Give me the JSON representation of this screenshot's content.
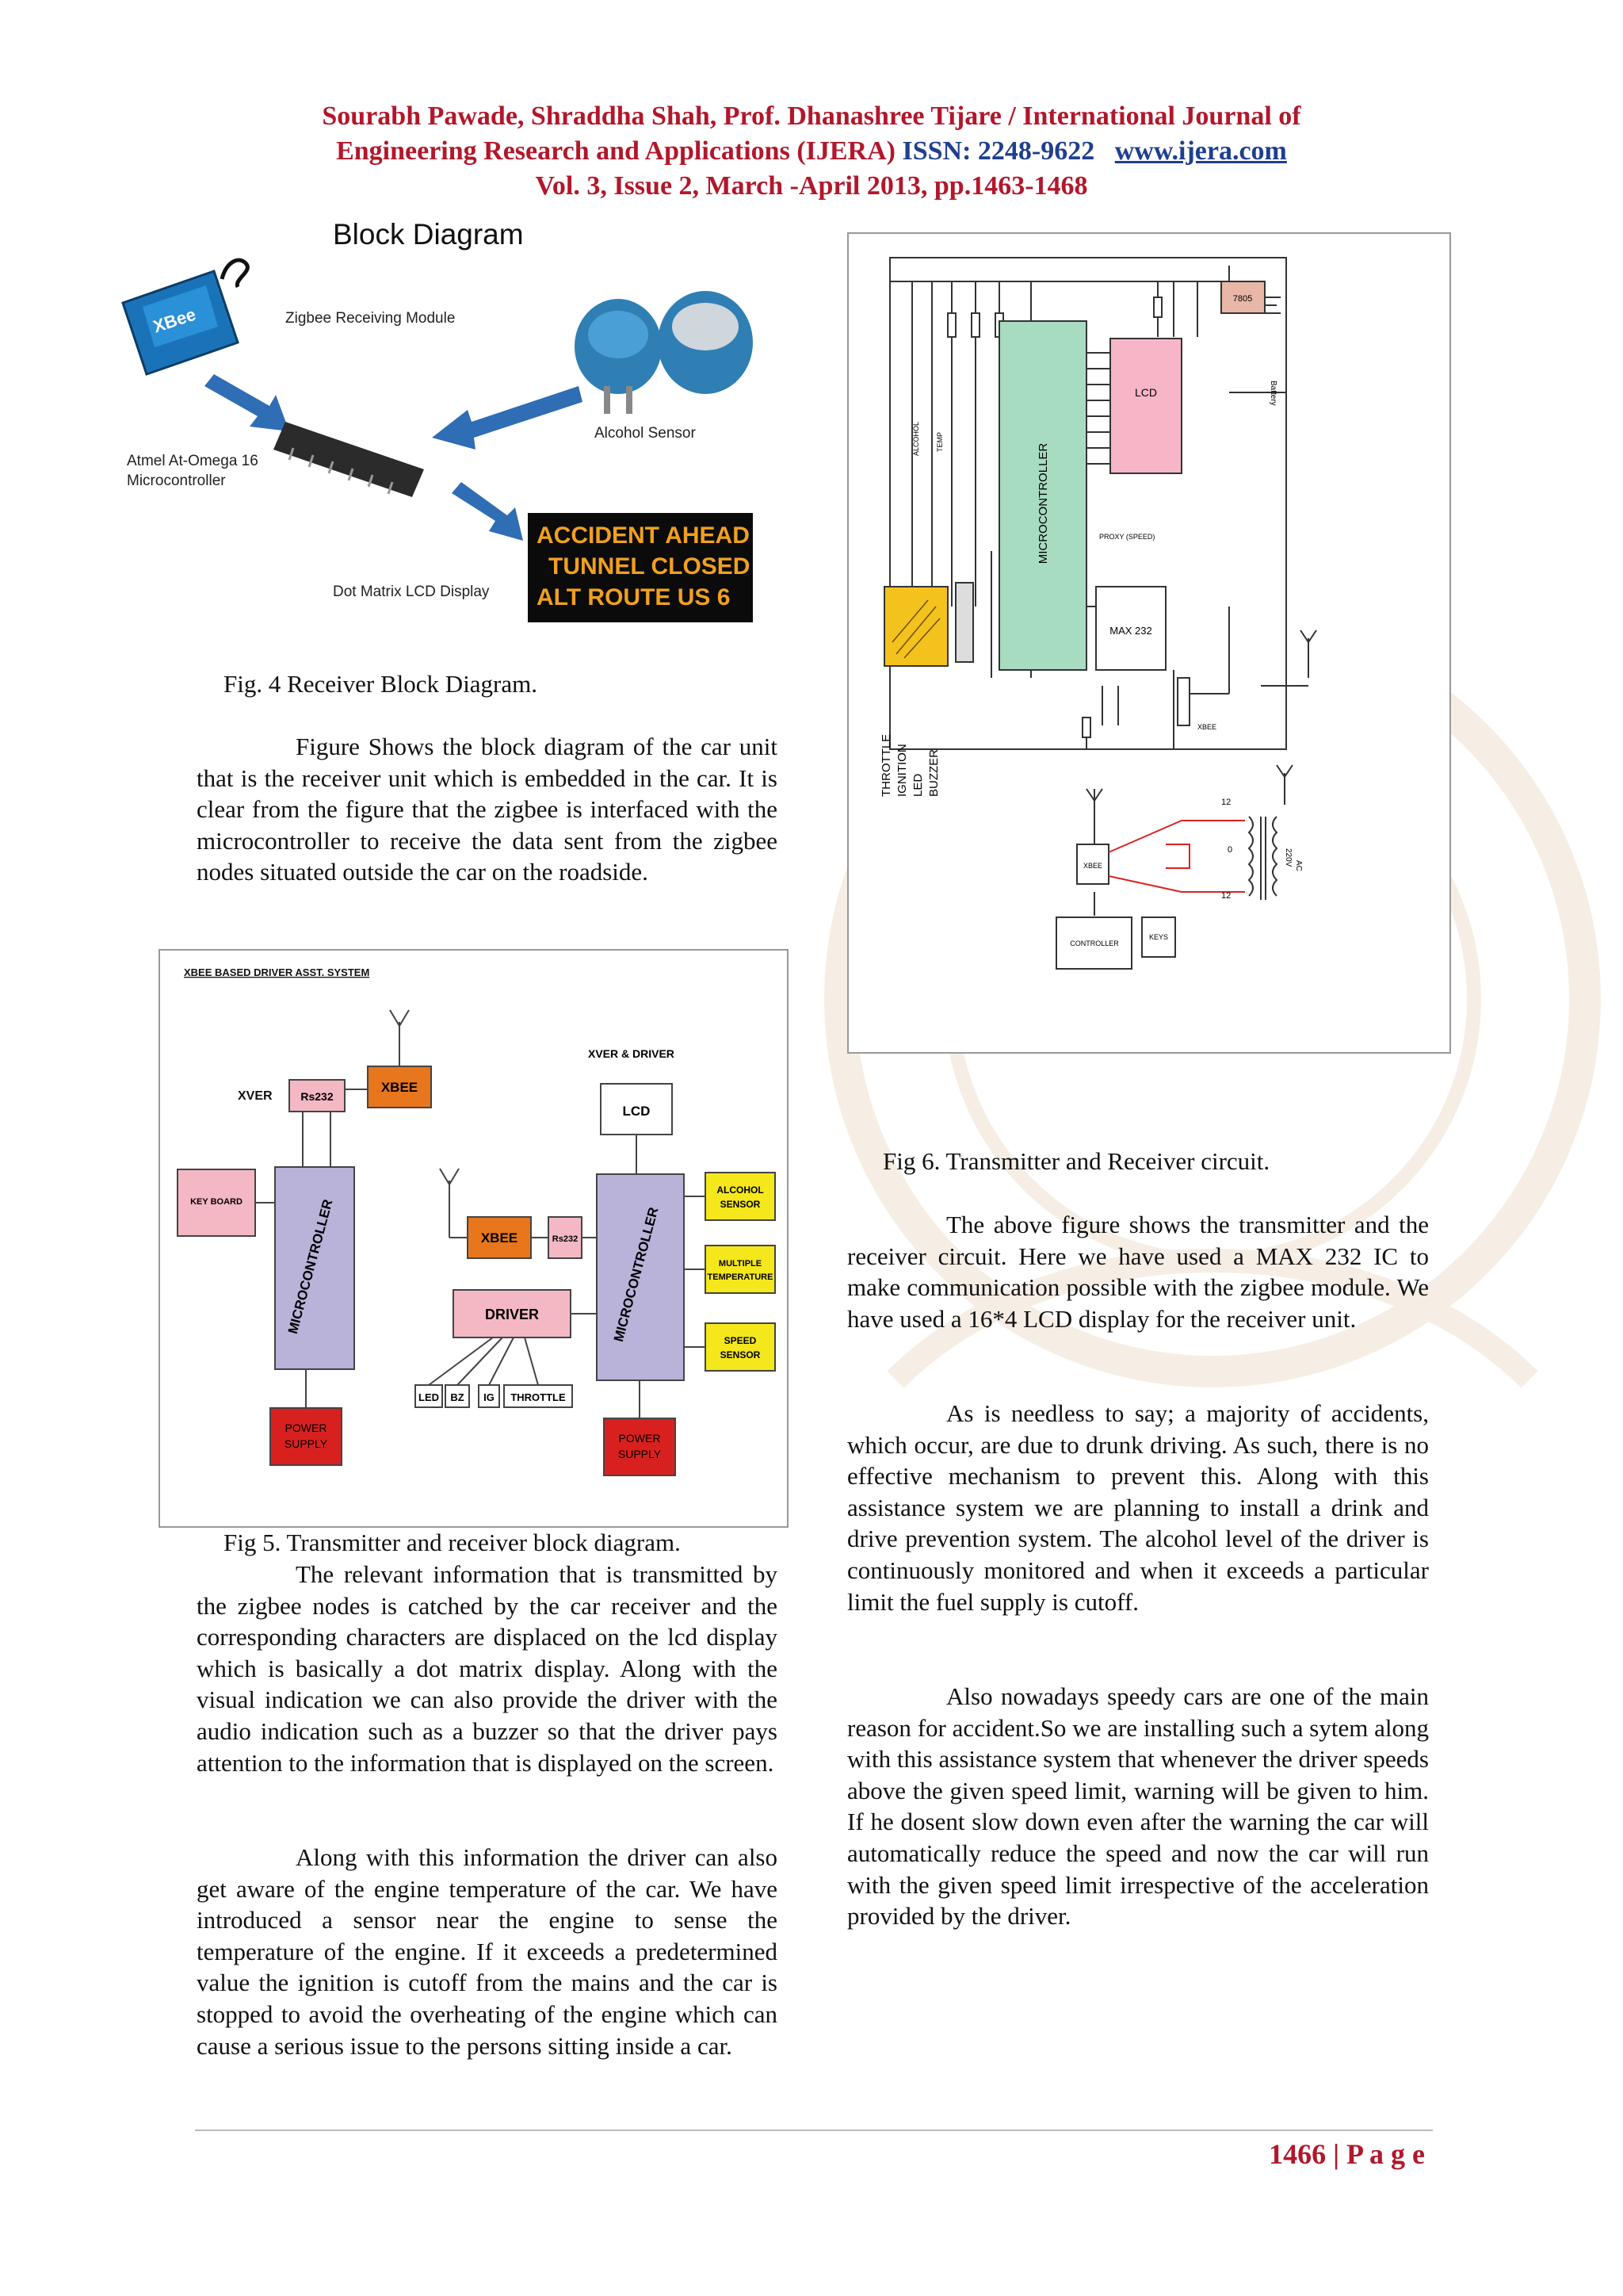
{
  "header": {
    "line1": "Sourabh Pawade, Shraddha Shah, Prof. Dhanashree Tijare / International Journal of",
    "line2_journal": "Engineering Research and Applications (IJERA)",
    "line2_issn": "ISSN: 2248-9622",
    "line2_url": "www.ijera.com",
    "line3": "Vol. 3, Issue 2, March -April 2013, pp.1463-1468"
  },
  "fig4": {
    "title": "Block Diagram",
    "zigbee_label": "Zigbee  Receiving  Module",
    "alcohol_label": "Alcohol Sensor",
    "mcu_label_1": "Atmel At-Omega 16",
    "mcu_label_2": "Microcontroller",
    "lcd_label": "Dot Matrix  LCD  Display",
    "xbee_chip": "XBee",
    "led_lines": [
      "ACCIDENT AHEAD",
      "TUNNEL CLOSED",
      "ALT ROUTE US 6"
    ],
    "caption": "Fig. 4 Receiver Block Diagram."
  },
  "para1": "Figure Shows the block diagram of the car unit that is the receiver unit which is embedded in the car. It is clear from the figure that the zigbee is interfaced with the microcontroller to receive the data sent from the zigbee nodes situated outside the car on the roadside.",
  "fig5": {
    "title": "XBEE BASED DRIVER ASST. SYSTEM",
    "xver": "XVER",
    "rs232": "Rs232",
    "xbee": "XBEE",
    "keyboard": "KEY BOARD",
    "mcu": "MICROCONTROLLER",
    "power": [
      "POWER",
      "SUPPLY"
    ],
    "xver_driver": "XVER & DRIVER",
    "lcd": "LCD",
    "driver": "DRIVER",
    "alcohol": [
      "ALCOHOL",
      "SENSOR"
    ],
    "temp": [
      "MULTIPLE",
      "TEMPERATURE"
    ],
    "speed": [
      "SPEED",
      "SENSOR"
    ],
    "outputs": [
      "LED",
      "BZ",
      "IG",
      "THROTTLE"
    ],
    "caption": "Fig 5. Transmitter and receiver block diagram."
  },
  "para2": "The relevant information that is transmitted by the zigbee nodes is catched by the car receiver and the corresponding characters are displaced on the lcd display which is basically a dot matrix display. Along with the visual indication we can also provide the driver with the audio indication such as a buzzer so that the driver pays attention to the information that is displayed on the screen.",
  "para3": "Along with this information the driver can also get aware of the engine temperature of the car. We have introduced a sensor near the engine to sense the temperature of the engine. If it exceeds a predetermined value the ignition is cutoff from the mains and the car is stopped to avoid the overheating of the engine which can cause a serious issue to the persons sitting inside a car.",
  "fig6": {
    "mcu": "MICROCONTROLLER",
    "lcd": "LCD",
    "max232": "MAX 232",
    "reg": "7805",
    "battery": "Battery",
    "alcohol": "ALCOHOL",
    "temp": "TEMP",
    "outputs": [
      "THROTTLE",
      "IGNITION",
      "LED",
      "BUZZER"
    ],
    "xbee": "XBEE",
    "controller": "CONTROLLER",
    "keys": "KEYS",
    "ac_top": "12",
    "ac_mid": "0",
    "ac_bot": "12",
    "ac_volt": "220V",
    "ac_label": "AC",
    "speed": "PROXY (SPEED)",
    "caption": "Fig 6. Transmitter and Receiver circuit."
  },
  "para4": "The above figure shows the transmitter and the receiver circuit. Here we have used a MAX 232 IC to make communication possible with the zigbee module. We have used a 16*4 LCD display for the receiver unit.",
  "para5": "As is needless to say; a majority of accidents, which occur, are due to drunk driving. As such, there is no effective mechanism to prevent this. Along with this assistance system we are planning to install a drink and drive prevention system. The alcohol level of the driver is continuously monitored and when it exceeds a particular limit the fuel supply is cutoff.",
  "para6": "Also nowadays speedy cars are  one of the main reason for accident.So we are installing such a sytem along with this assistance system that whenever the driver speeds above the given speed limit, warning will be given to him. If he dosent slow down even after the warning the car will automatically reduce the speed and now the car will run with the given speed limit irrespective of the acceleration provided by the driver.",
  "footer": {
    "page": "1466 | P a g e"
  }
}
